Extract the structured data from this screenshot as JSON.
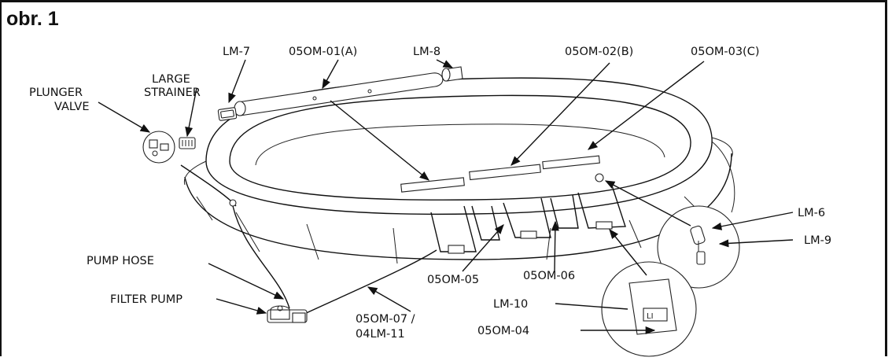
{
  "figure_title": "obr. 1",
  "labels": {
    "lm7": "LM-7",
    "om01a": "05OM-01(A)",
    "lm8": "LM-8",
    "om02b": "05OM-02(B)",
    "om03c": "05OM-03(C)",
    "large_strainer_1": "LARGE",
    "large_strainer_2": "STRAINER",
    "plunger_valve_1": "PLUNGER",
    "plunger_valve_2": "VALVE",
    "lm6": "LM-6",
    "lm9": "LM-9",
    "pump_hose": "PUMP HOSE",
    "filter_pump": "FILTER PUMP",
    "om05": "05OM-05",
    "om06": "05OM-06",
    "lm10": "LM-10",
    "om07_1": "05OM-07 /",
    "om07_2": "04LM-11",
    "om04": "05OM-04"
  }
}
